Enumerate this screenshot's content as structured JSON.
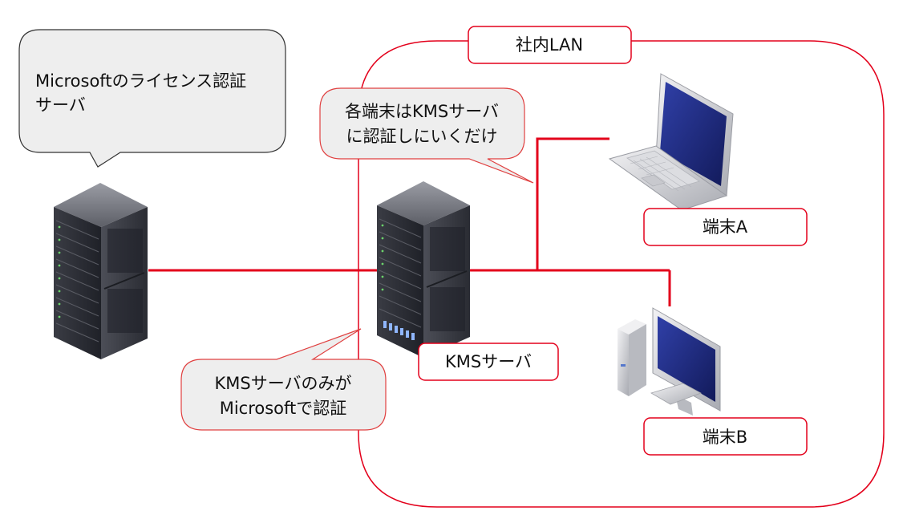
{
  "colors": {
    "line": "#e3001b",
    "callout_fill": "#eeeeee",
    "callout_stroke_red": "#e04040",
    "callout_stroke_gray": "#333333",
    "label_stroke": "#e3001b",
    "rack_body": "#2d2f37",
    "rack_side": "#4a4c55",
    "rack_top": "#7a7c84",
    "screen": "#1e2a7a"
  },
  "labels": {
    "lan_title": "社内LAN",
    "ms_bubble_line1": "Microsoftのライセンス認証",
    "ms_bubble_line2": "サーバ",
    "clients_bubble_line1": "各端末はKMSサーバ",
    "clients_bubble_line2": "に認証しにいくだけ",
    "kms_bubble_line1": "KMSサーバのみが",
    "kms_bubble_line2": "Microsoftで認証",
    "kms_server": "KMSサーバ",
    "terminal_a": "端末A",
    "terminal_b": "端末B"
  },
  "icons": {
    "ms_server": "server-rack-icon",
    "kms_server": "server-rack-icon",
    "terminal_a": "laptop-icon",
    "terminal_b": "desktop-pc-icon"
  }
}
